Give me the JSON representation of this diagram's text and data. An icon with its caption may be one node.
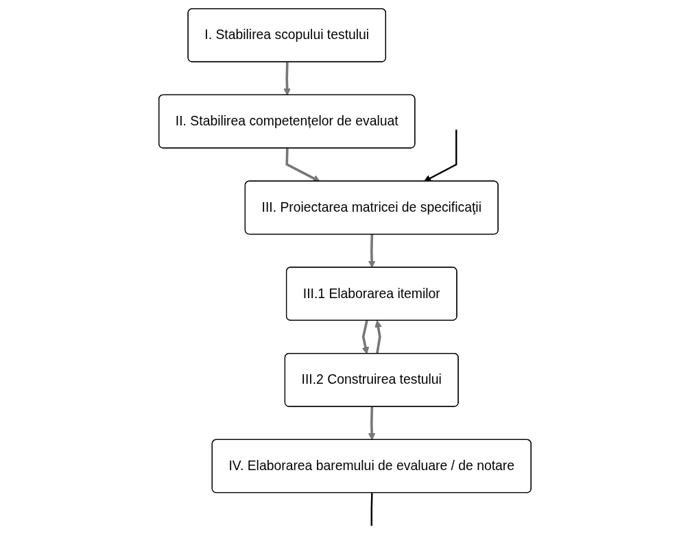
{
  "diagram": {
    "nodes": [
      {
        "text": [
          "I. Stabilirea scopului testului"
        ]
      },
      {
        "text": [
          "II. Stabilirea competențelor de evaluat"
        ]
      },
      {
        "text": [
          "III. Proiectarea matricei de specificaţii"
        ]
      },
      {
        "text": [
          "III.1 Elaborarea itemilor"
        ]
      },
      {
        "text": [
          "III.2 Construirea testului"
        ]
      },
      {
        "text": [
          "IV. Elaborarea baremului de evaluare / de notare"
        ]
      }
    ],
    "edges": [
      {
        "from": 0,
        "to": 1,
        "arrow": "to"
      },
      {
        "from": 1,
        "to": 2,
        "arrow": "to"
      },
      {
        "from": null,
        "to": 2,
        "arrow": "to",
        "color": "#000000"
      },
      {
        "from": 2,
        "to": 3,
        "arrow": "to"
      },
      {
        "from": 3,
        "to": 4,
        "arrow": "to"
      },
      {
        "from": 4,
        "to": 5,
        "arrow": "to"
      },
      {
        "from": 4,
        "to": 3,
        "arrow": "to"
      },
      {
        "from": 5,
        "to": null,
        "arrow": "none",
        "color": "#000000"
      }
    ]
  }
}
